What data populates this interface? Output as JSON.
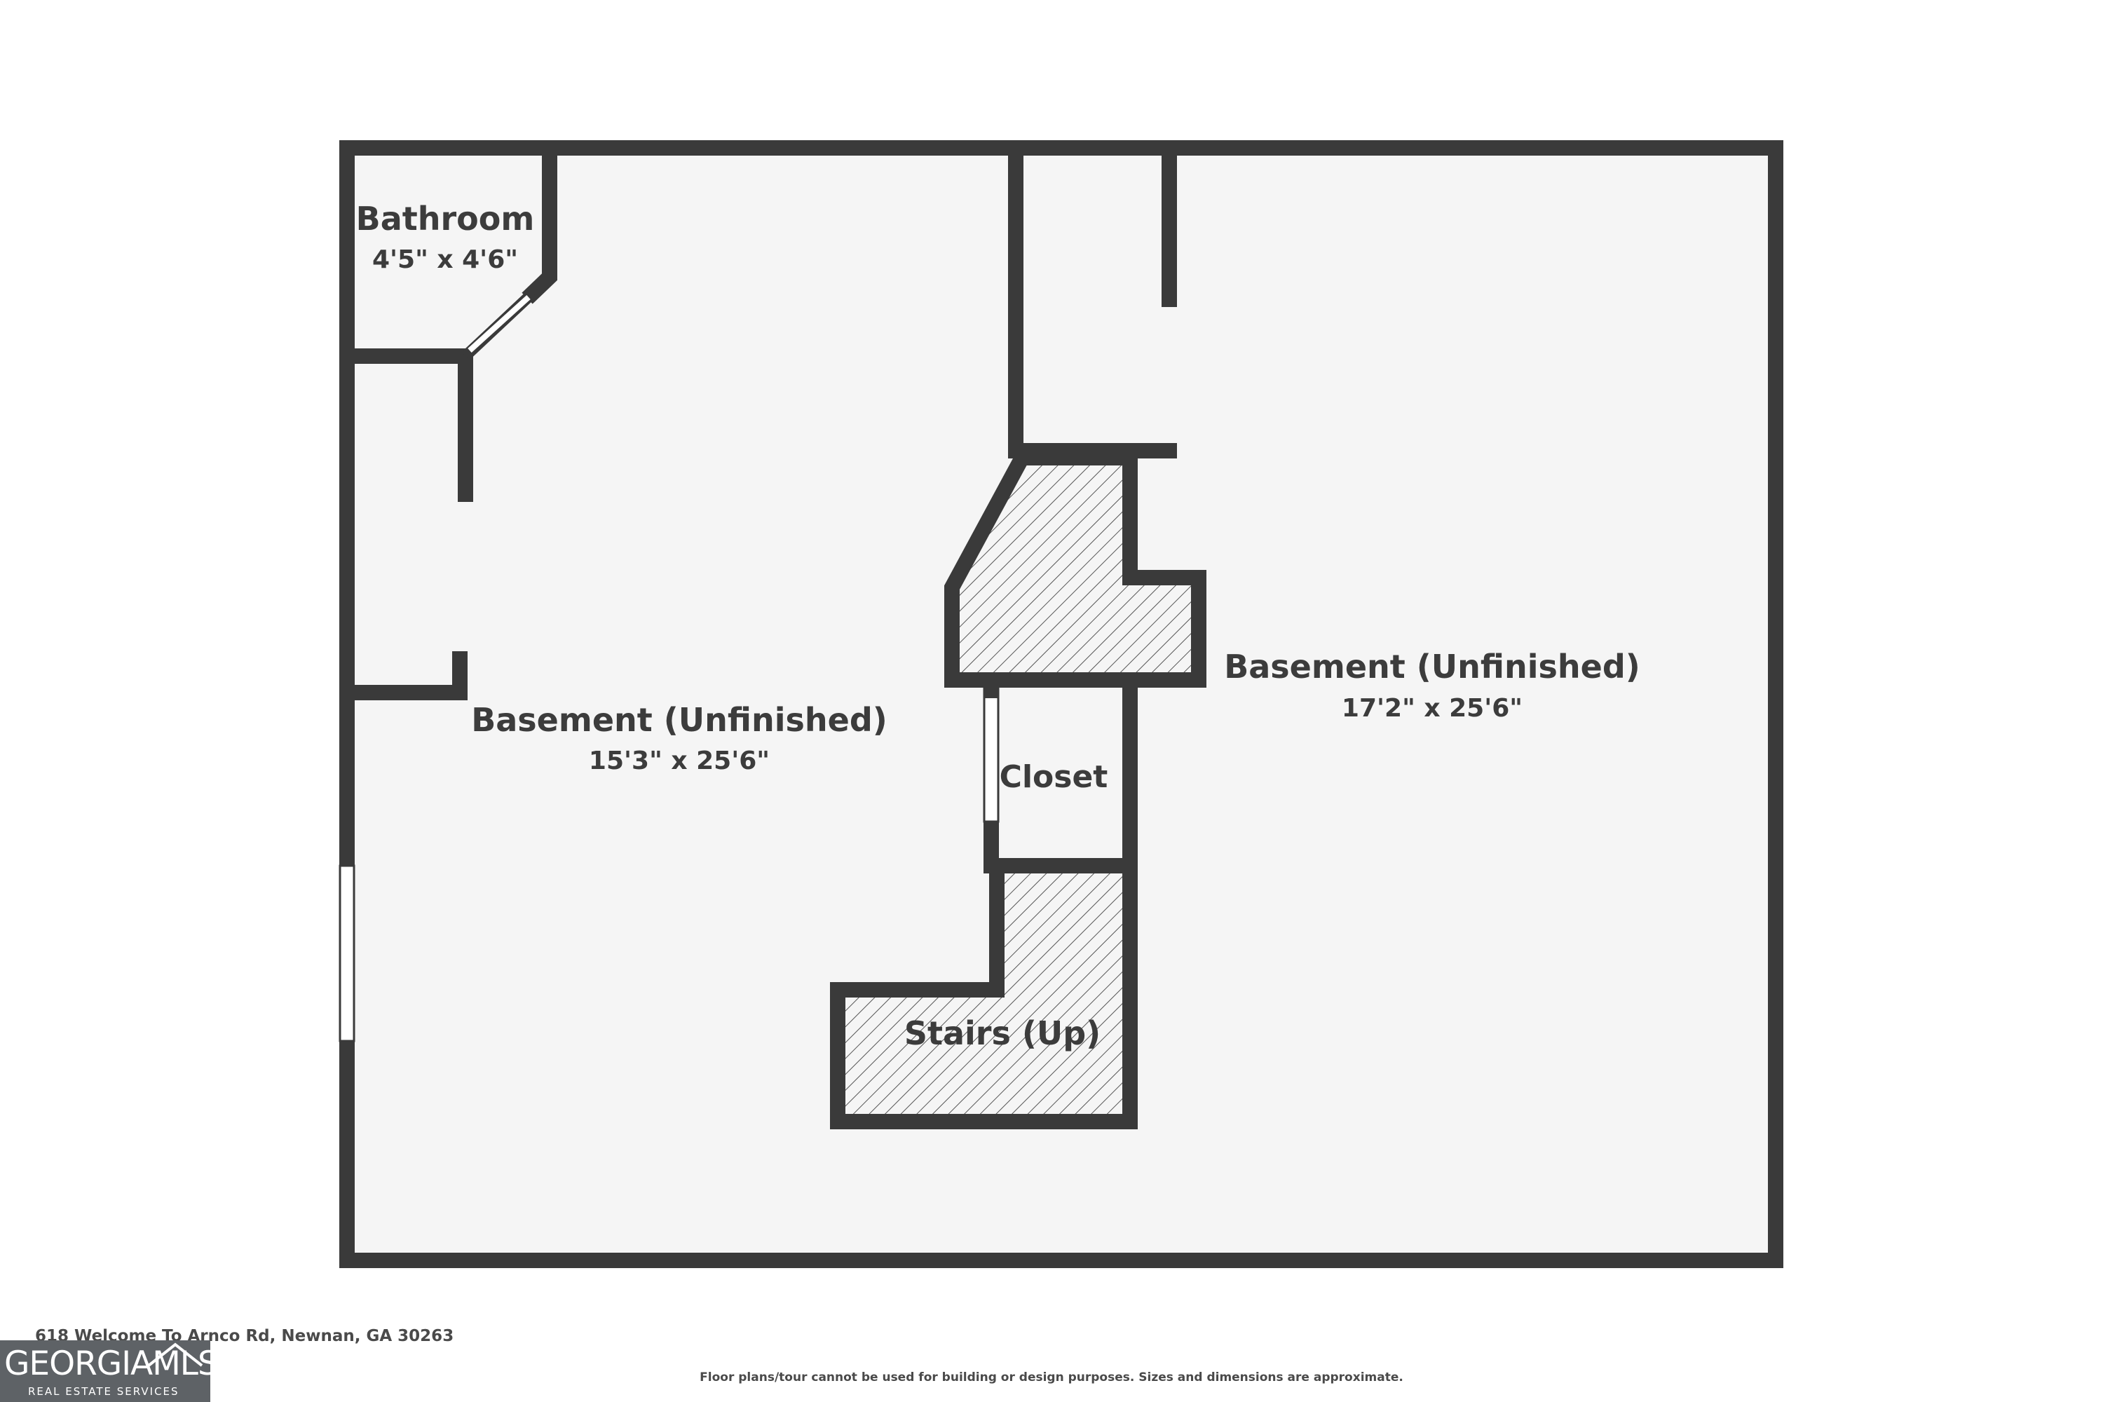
{
  "rooms": {
    "bathroom": {
      "name": "Bathroom",
      "dimensions": "4'5\" x 4'6\""
    },
    "basement_left": {
      "name": "Basement (Unfinished)",
      "dimensions": "15'3\" x 25'6\""
    },
    "basement_right": {
      "name": "Basement (Unfinished)",
      "dimensions": "17'2\" x 25'6\""
    },
    "closet": {
      "name": "Closet"
    },
    "stairs": {
      "name": "Stairs (Up)"
    }
  },
  "footer": {
    "address": "618 Welcome To Arnco Rd, Newnan, GA 30263",
    "disclaimer": "Floor plans/tour cannot be used for building or design purposes. Sizes and dimensions are approximate."
  },
  "logo": {
    "main": "GEORGIAMLS",
    "sub": "REAL ESTATE SERVICES",
    "icon": "house-roof-icon"
  },
  "colors": {
    "wall": "#3a3a3a",
    "floor": "#f5f5f5",
    "hatch": "#555555",
    "text": "#3c3c3c",
    "logo_bg": "#5e6266"
  }
}
